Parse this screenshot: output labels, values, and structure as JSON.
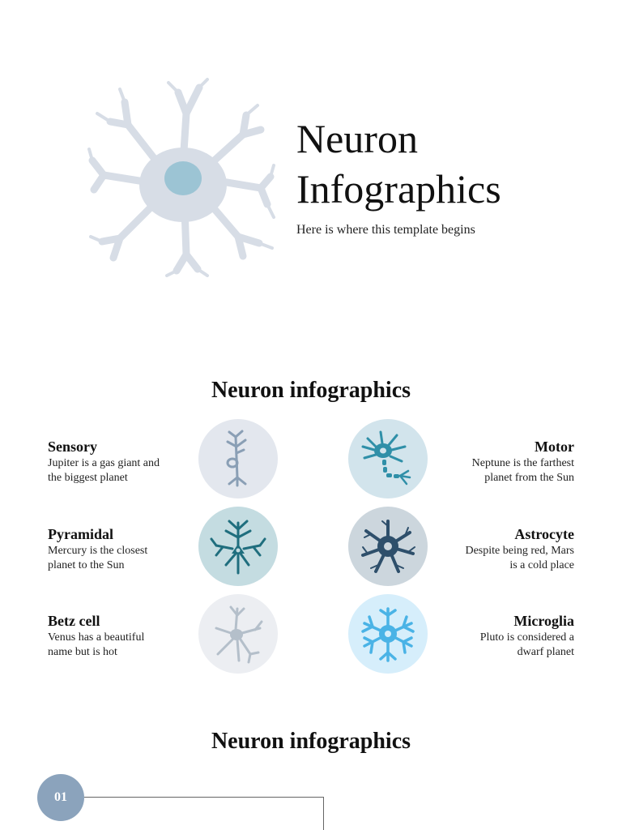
{
  "hero": {
    "title_line1": "Neuron",
    "title_line2": "Infographics",
    "subtitle": "Here is where this template begins",
    "illustration_icon": "neuron-icon"
  },
  "section1": {
    "title": "Neuron infographics",
    "items": [
      {
        "title": "Sensory",
        "desc_line1": "Jupiter is a gas giant and",
        "desc_line2": "the biggest planet",
        "icon": "sensory-neuron-icon",
        "circle_color": "#e3e7ee",
        "icon_color": "#8a9fb5"
      },
      {
        "title": "Motor",
        "desc_line1": "Neptune is the farthest",
        "desc_line2": "planet from the Sun",
        "icon": "motor-neuron-icon",
        "circle_color": "#d2e4ec",
        "icon_color": "#2f8fa8"
      },
      {
        "title": "Pyramidal",
        "desc_line1": "Mercury is the closest",
        "desc_line2": "planet to the Sun",
        "icon": "pyramidal-neuron-icon",
        "circle_color": "#c4dce1",
        "icon_color": "#1f6e7e"
      },
      {
        "title": "Astrocyte",
        "desc_line1": "Despite being red, Mars",
        "desc_line2": "is a cold place",
        "icon": "astrocyte-icon",
        "circle_color": "#ccd6dd",
        "icon_color": "#2e4f6b"
      },
      {
        "title": "Betz cell",
        "desc_line1": "Venus has a beautiful",
        "desc_line2": "name but is hot",
        "icon": "betz-cell-icon",
        "circle_color": "#eceef2",
        "icon_color": "#b4bfca"
      },
      {
        "title": "Microglia",
        "desc_line1": "Pluto is considered a",
        "desc_line2": "dwarf planet",
        "icon": "microglia-icon",
        "circle_color": "#d6eefb",
        "icon_color": "#4ab3e6"
      }
    ]
  },
  "section2": {
    "title": "Neuron infographics",
    "step_number": "01"
  }
}
